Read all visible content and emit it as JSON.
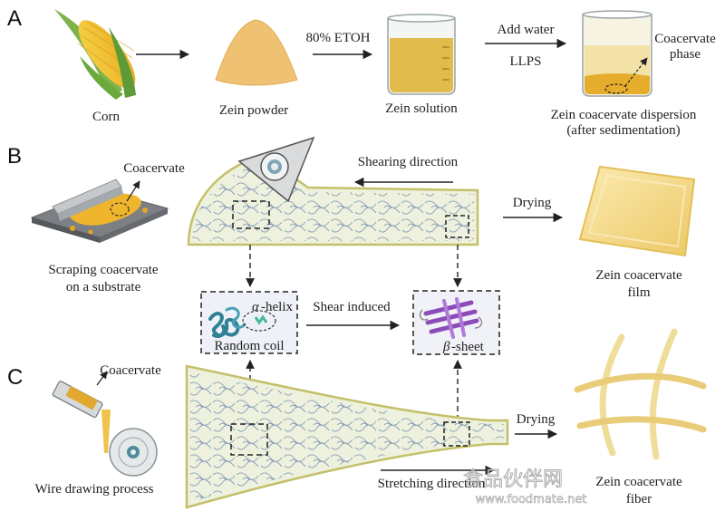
{
  "panels": {
    "a": "A",
    "b": "B",
    "c": "C"
  },
  "row_a": {
    "corn": "Corn",
    "powder": "Zein powder",
    "step1": "80% ETOH",
    "solution": "Zein solution",
    "step2_top": "Add water",
    "step2_bottom": "LLPS",
    "phase_line1": "Coacervate",
    "phase_line2": "phase",
    "dispersion_line1": "Zein coacervate dispersion",
    "dispersion_line2": "(after sedimentation)"
  },
  "row_b": {
    "coacervate": "Coacervate",
    "scrape_line1": "Scraping coacervate",
    "scrape_line2": "on a substrate",
    "shear_dir": "Shearing direction",
    "drying": "Drying",
    "film_line1": "Zein coacervate",
    "film_line2": "film"
  },
  "middle": {
    "alpha_prefix": "α",
    "alpha_suffix": "-helix",
    "random_coil": "Random coil",
    "shear_induced": "Shear induced",
    "beta_prefix": "β",
    "beta_suffix": "-sheet"
  },
  "row_c": {
    "coacervate": "Coacervate",
    "wire": "Wire drawing process",
    "stretch_dir": "Stretching direction",
    "drying": "Drying",
    "fiber_line1": "Zein coacervate",
    "fiber_line2": "fiber"
  },
  "watermark": {
    "line1": "食品伙伴网",
    "line2": "www.foodmate.net"
  },
  "colors": {
    "gold": "#e8b23a",
    "solution": "#dfb53a",
    "film": "#f3dc8c",
    "protein_blue": "#5a9fb5",
    "beta_purple": "#a060c8",
    "cream": "#eef1dd"
  }
}
